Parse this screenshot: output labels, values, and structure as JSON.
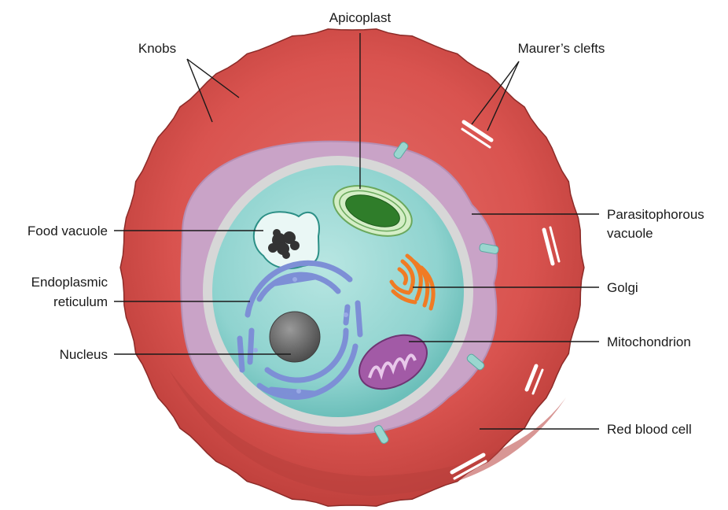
{
  "labels": {
    "apicoplast": "Apicoplast",
    "knobs": "Knobs",
    "maurers_clefts": "Maurer’s clefts",
    "parasitophorous_line1": "Parasitophorous",
    "parasitophorous_line2": "vacuole",
    "food_vacuole": "Food vacuole",
    "er_line1": "Endoplasmic",
    "er_line2": "reticulum",
    "golgi": "Golgi",
    "nucleus": "Nucleus",
    "mitochondrion": "Mitochondrion",
    "red_blood_cell": "Red blood cell"
  },
  "colors": {
    "rbc": "#d9534f",
    "rbc_dark": "#b23a36",
    "vacuole": "#c9a3c7",
    "membrane": "#d7d7d7",
    "cytoplasm": "#8fd3cf",
    "apicoplast": "#2f7d2a",
    "golgi": "#f07b24",
    "mitochondrion": "#a25aa6",
    "er": "#7d8fd6",
    "nucleus": "#6e6e6e",
    "food_vacuole_pigment": "#333333",
    "cleft": "#ffffff",
    "knob_stub": "#9ad6cf"
  }
}
